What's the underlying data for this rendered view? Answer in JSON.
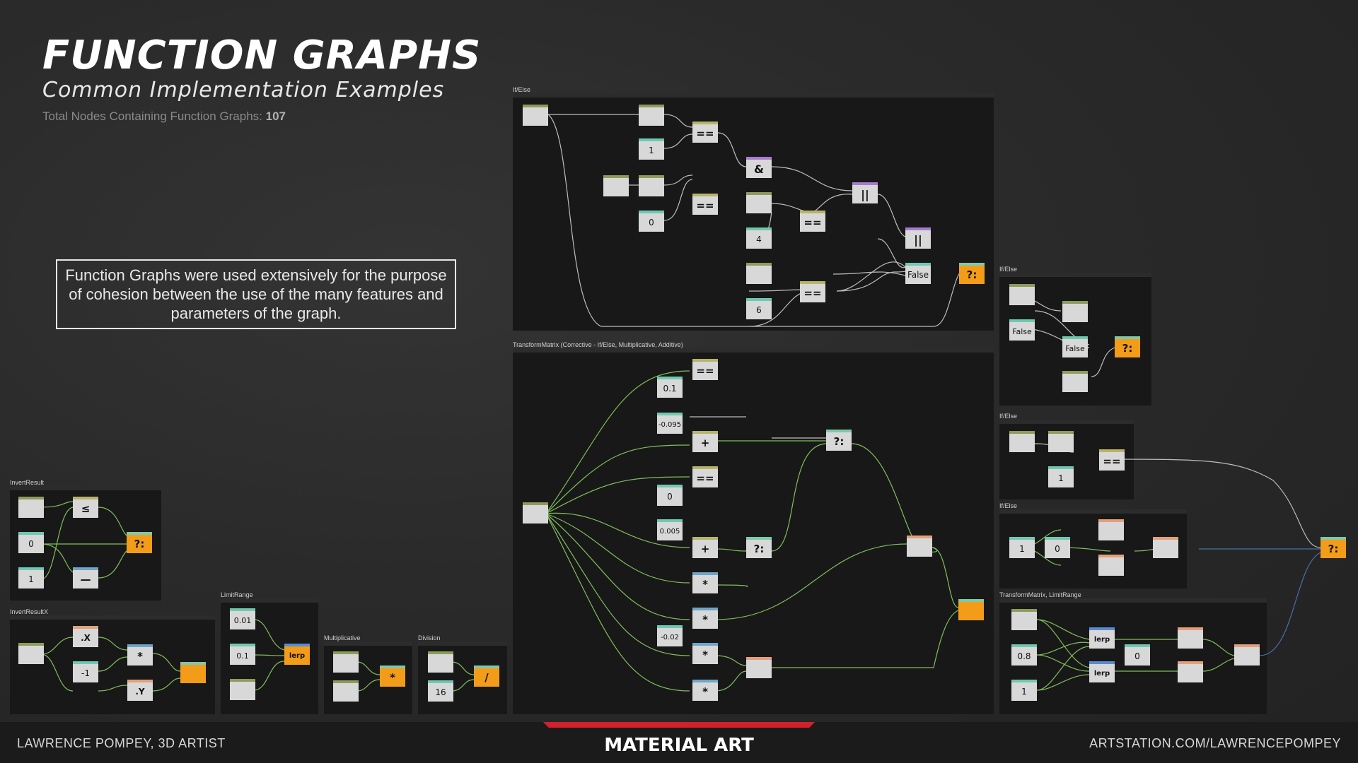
{
  "header": {
    "title": "FUNCTION GRAPHS",
    "subtitle": "Common Implementation Examples",
    "count_label": "Total Nodes Containing Function Graphs:",
    "count_value": "107"
  },
  "callout": "Function Graphs were used extensively for the purpose of cohesion between the use of the many features and parameters of the graph.",
  "panels": {
    "if_else_main": "If/Else",
    "transform_matrix": "TransformMatrix (Corrective - If/Else, Multiplicative, Additive)",
    "if_else_right_1": "If/Else",
    "if_else_right_2": "If/Else",
    "if_else_right_3": "If/Else",
    "transform_limit": "TransformMatrix, LimitRange",
    "invert_result": "InvertResult",
    "invert_result_x": "InvertResultX",
    "limit_range": "LimitRange",
    "multiplicative": "Multiplicative",
    "division": "Division"
  },
  "nodes": {
    "eq": "==",
    "and": "&",
    "or": "||",
    "ternary": "?:",
    "plus": "+",
    "mul": "*",
    "div": "/",
    "lte": "≤",
    "minus": "—",
    "lerp": "lerp",
    "dot_x": ".X",
    "dot_y": ".Y",
    "v1": "1",
    "v0": "0",
    "v4": "4",
    "v6": "6",
    "vfalse": "False",
    "v01": "0.1",
    "vm0095": "-0.095",
    "v0005": "0.005",
    "vm002": "-0.02",
    "vm1": "-1",
    "v001": "0.01",
    "v16": "16",
    "v08": "0.8"
  },
  "footer": {
    "left": "LAWRENCE POMPEY, 3D ARTIST",
    "center": "MATERIAL ART",
    "right": "ARTSTATION.COM/LAWRENCEPOMPEY"
  },
  "colors": {
    "accent_red": "#d3212b",
    "node_orange": "#f39c1a",
    "wire_green": "#7fbf5a",
    "wire_gray": "#bdbdbd"
  }
}
